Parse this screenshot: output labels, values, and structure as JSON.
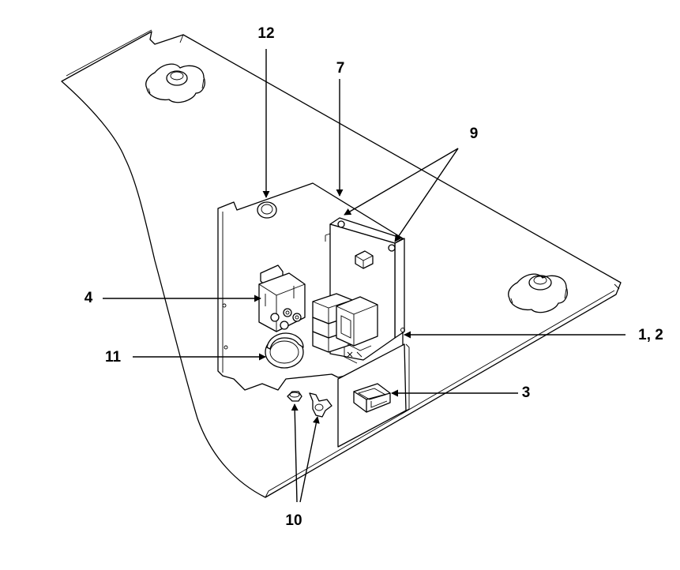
{
  "callouts": [
    {
      "id": "12",
      "text": "12"
    },
    {
      "id": "7",
      "text": "7"
    },
    {
      "id": "9",
      "text": "9"
    },
    {
      "id": "4",
      "text": "4"
    },
    {
      "id": "11",
      "text": "11"
    },
    {
      "id": "1-2",
      "text": "1, 2"
    },
    {
      "id": "3",
      "text": "3"
    },
    {
      "id": "10",
      "text": "10"
    }
  ],
  "colors": {
    "ink": "#000000",
    "paper": "#ffffff"
  }
}
